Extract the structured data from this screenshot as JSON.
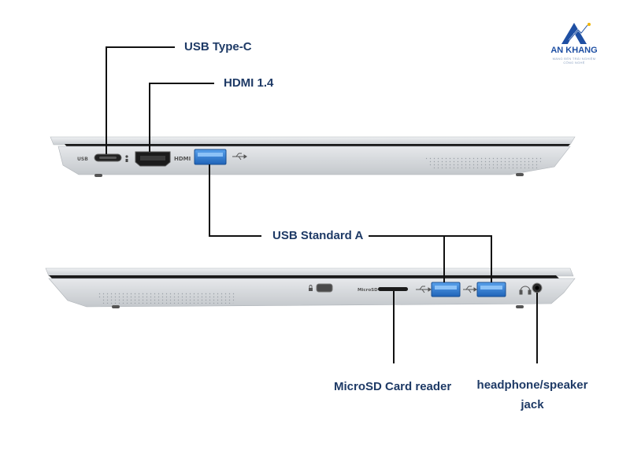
{
  "brand": {
    "name": "AN KHANG",
    "tagline": "MANG ĐẾN TRẢI NGHIỆM CÔNG NGHỆ"
  },
  "callouts": {
    "usb_type_c": "USB Type-C",
    "hdmi": "HDMI 1.4",
    "usb_standard_a": "USB Standard A",
    "microsd": "MicroSD Card reader",
    "headphone_line1": "headphone/speaker",
    "headphone_line2": "jack"
  },
  "port_markings": {
    "usbc_text": "USB",
    "hdmi_text": "HDMI",
    "microsd_text": "MicroSD"
  },
  "colors": {
    "label_text": "#1e3a66",
    "leader_line": "#111111",
    "laptop_body": "#d8dbdf",
    "usb_blue": "#2f7fd6",
    "logo_blue": "#1e4fa3"
  }
}
